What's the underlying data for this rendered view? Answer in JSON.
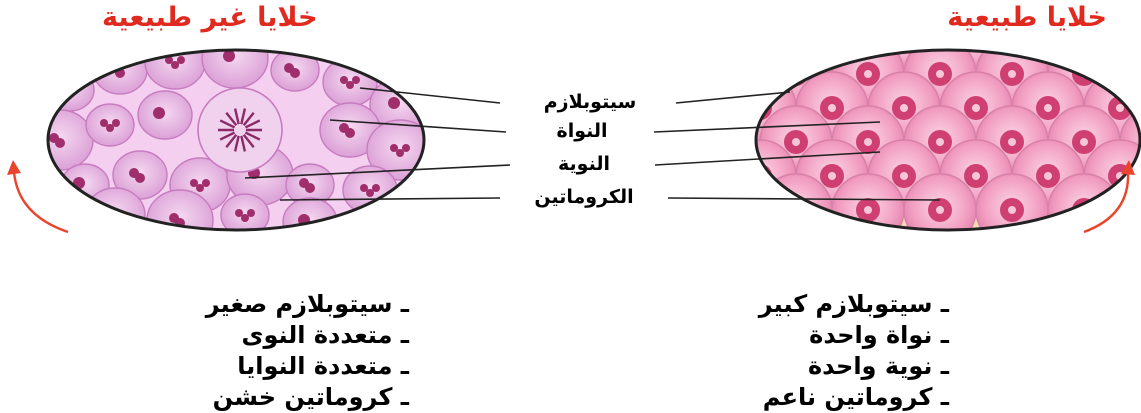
{
  "titles": {
    "normal": "خلايا طبيعية",
    "abnormal": "خلايا غير طبيعية"
  },
  "labels": {
    "cytoplasm": "سيتوبلازم",
    "nucleus": "النواة",
    "nucleolus": "النوية",
    "chromatin": "الكروماتين"
  },
  "normal_features": [
    "سيتوبلازم كبير",
    "نواة واحدة",
    "نوية واحدة",
    "كروماتين ناعم"
  ],
  "abnormal_features": [
    "سيتوبلازم صغير",
    "متعددة النوى",
    "متعددة النوايا",
    "كروماتين خشن"
  ],
  "colors": {
    "title": "#e02a20",
    "arrow": "#e8452c",
    "normal_cell": "#f2a3c4",
    "normal_bg": "#f6ddb8",
    "abnormal_cell": "#e9b7e4",
    "abnormal_nucleus": "#a02e6c"
  }
}
